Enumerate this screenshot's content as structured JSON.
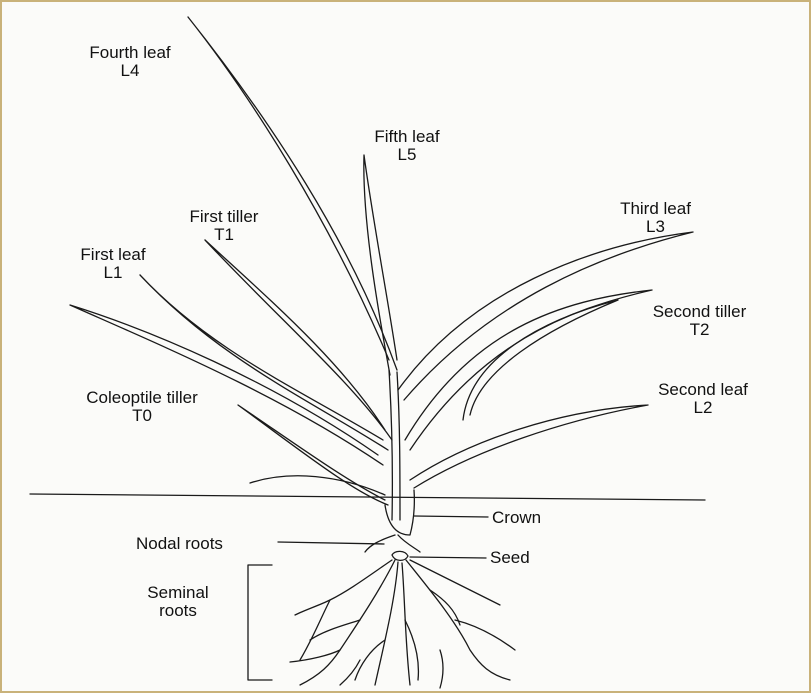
{
  "labels": {
    "fourth_leaf": {
      "name": "Fourth leaf",
      "code": "L4"
    },
    "fifth_leaf": {
      "name": "Fifth leaf",
      "code": "L5"
    },
    "first_tiller": {
      "name": "First tiller",
      "code": "T1"
    },
    "third_leaf": {
      "name": "Third leaf",
      "code": "L3"
    },
    "first_leaf": {
      "name": "First leaf",
      "code": "L1"
    },
    "second_tiller": {
      "name": "Second tiller",
      "code": "T2"
    },
    "coleoptile_tiller": {
      "name": "Coleoptile tiller",
      "code": "T0"
    },
    "second_leaf": {
      "name": "Second leaf",
      "code": "L2"
    },
    "crown": "Crown",
    "nodal_roots": "Nodal roots",
    "seed": "Seed",
    "seminal_roots": {
      "line1": "Seminal",
      "line2": "roots"
    }
  },
  "colors": {
    "border": "#c9b27a",
    "line": "#1a1a1a"
  }
}
